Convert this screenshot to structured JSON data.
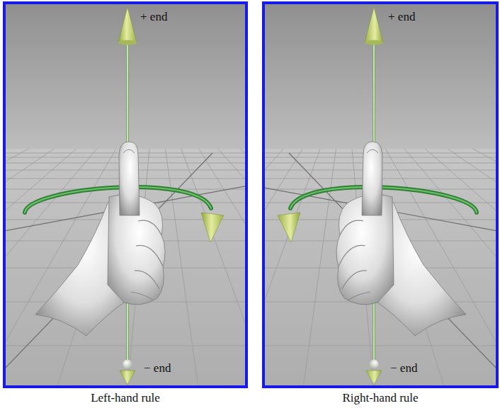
{
  "diagram": {
    "nodes": [
      {
        "text": [
          "+ end",
          "− end",
          "Left-hand rule"
        ]
      },
      {
        "text": [
          "+ end",
          "− end",
          "Right-hand rule"
        ]
      }
    ]
  }
}
